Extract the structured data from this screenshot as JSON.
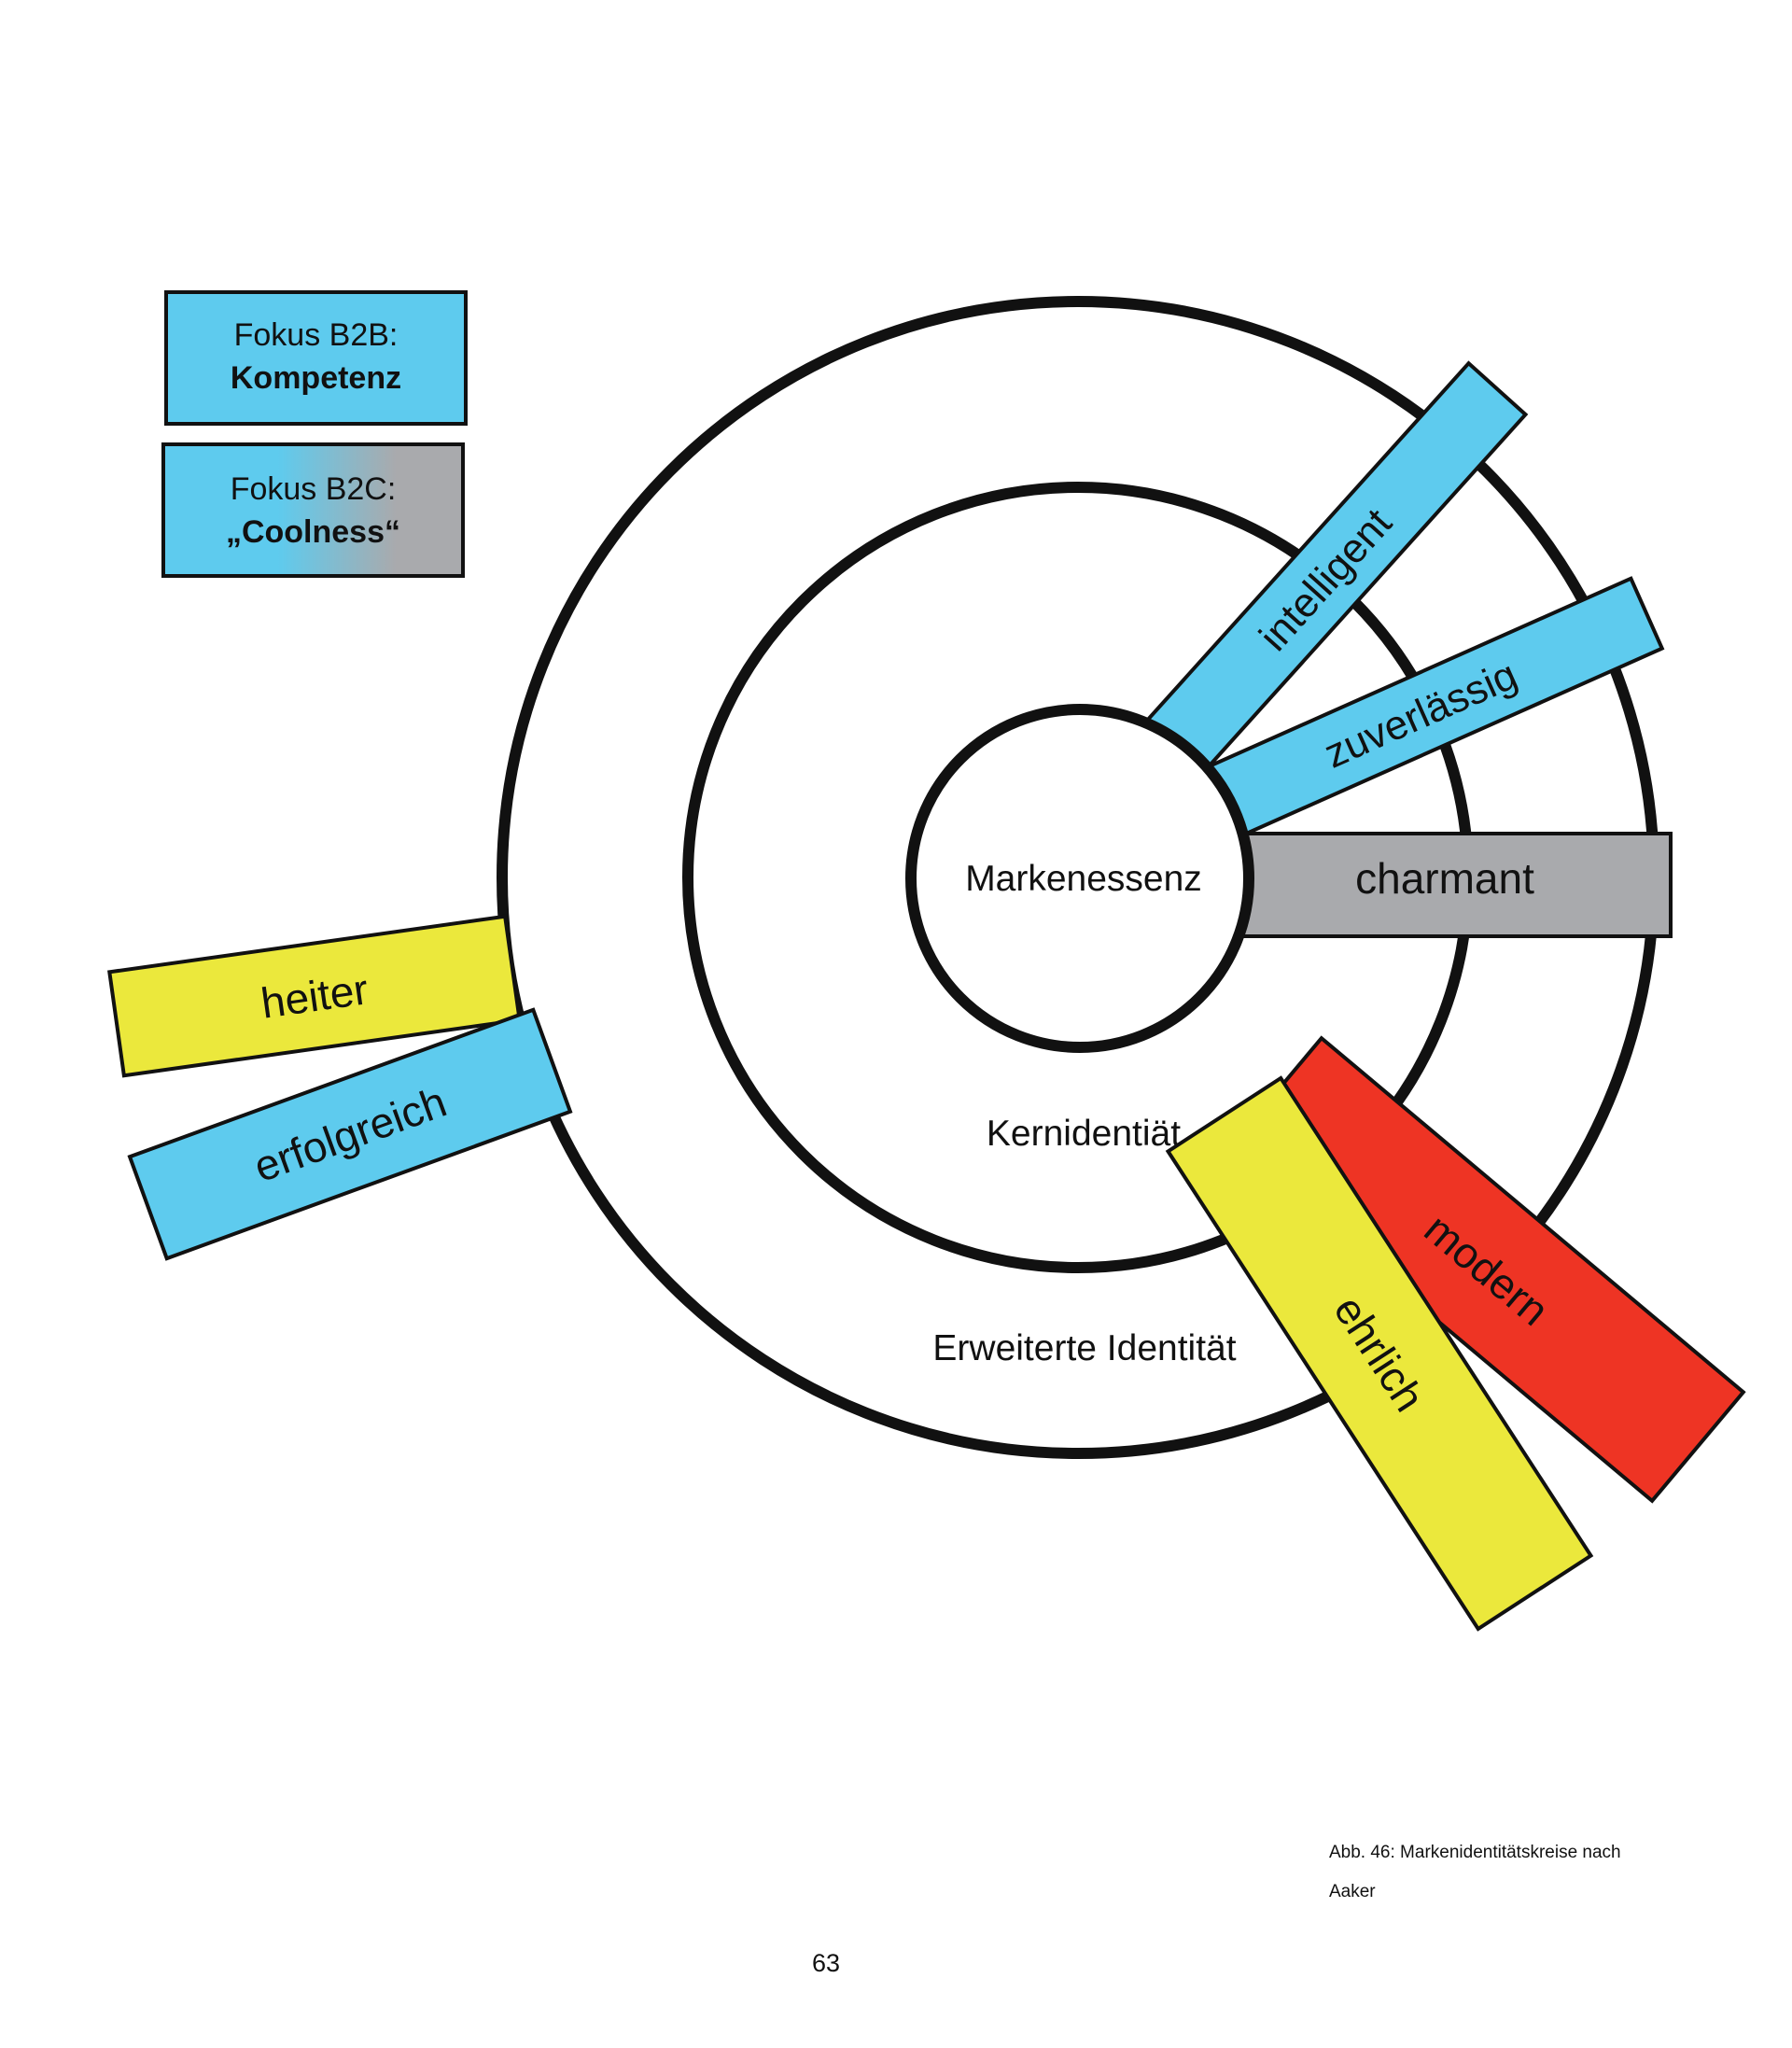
{
  "legend": [
    {
      "line1": "Fokus B2B:",
      "line2": "Kompetenz"
    },
    {
      "line1": "Fokus B2C:",
      "line2": "„Coolness“"
    }
  ],
  "circles": {
    "essence": "Markenessenz",
    "core": "Kernidentiät",
    "extended": "Erweiterte Identität"
  },
  "tags": [
    {
      "label": "intelligent",
      "color": "#5ecbee"
    },
    {
      "label": "zuverlässig",
      "color": "#5ecbee"
    },
    {
      "label": "charmant",
      "color": "#a9aaad"
    },
    {
      "label": "heiter",
      "color": "#ebe83c"
    },
    {
      "label": "erfolgreich",
      "color": "#5ecbee"
    },
    {
      "label": "modern",
      "color": "#ee3424"
    },
    {
      "label": "ehrlich",
      "color": "#ebe83c"
    }
  ],
  "caption": {
    "line1": "Abb. 46: Markenidentitätskreise nach",
    "line2": "Aaker"
  },
  "page_number": "63"
}
